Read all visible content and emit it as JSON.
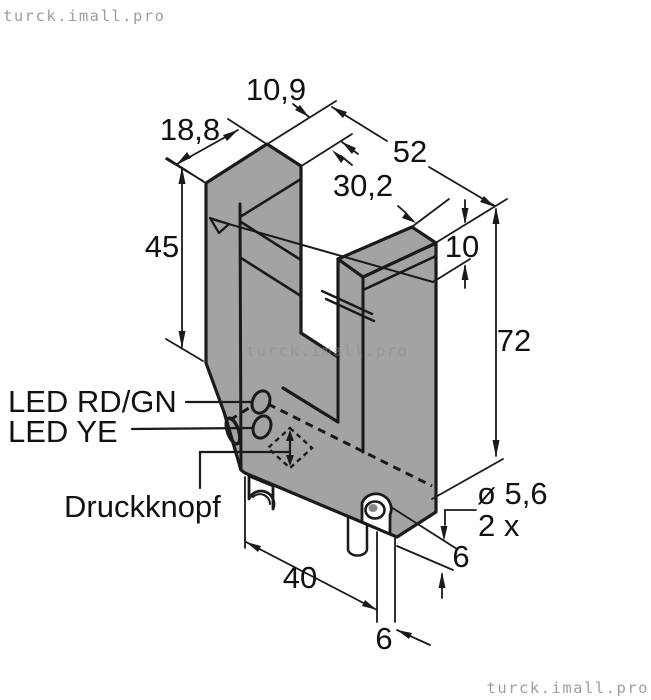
{
  "watermarks": {
    "top_left": "turck.imall.pro",
    "center": "turck.imall.pro",
    "bottom_right": "turck.imall.pro"
  },
  "labels": {
    "led_rd_gn": "LED RD/GN",
    "led_ye": "LED YE",
    "push_button": "Druckknopf"
  },
  "dimensions": {
    "arm_top_width": "10,9",
    "arm_top_depth": "18,8",
    "total_depth": "52",
    "slot_width": "30,2",
    "arm_height": "45",
    "arm_thickness": "10",
    "total_height": "72",
    "hole_diameter": "ø 5,6",
    "hole_count": "2 x",
    "hole_offset_right": "6",
    "base_width": "40",
    "hole_offset_bottom": "6"
  },
  "colors": {
    "body": "#a3a3a3",
    "outline": "#1a1a1a",
    "led_yellow": "#f3b300",
    "led_white": "#dedede",
    "pin": "#c8c8c8",
    "hole_inner": "#9c9c9c",
    "watermark": "#9e9e9e"
  }
}
